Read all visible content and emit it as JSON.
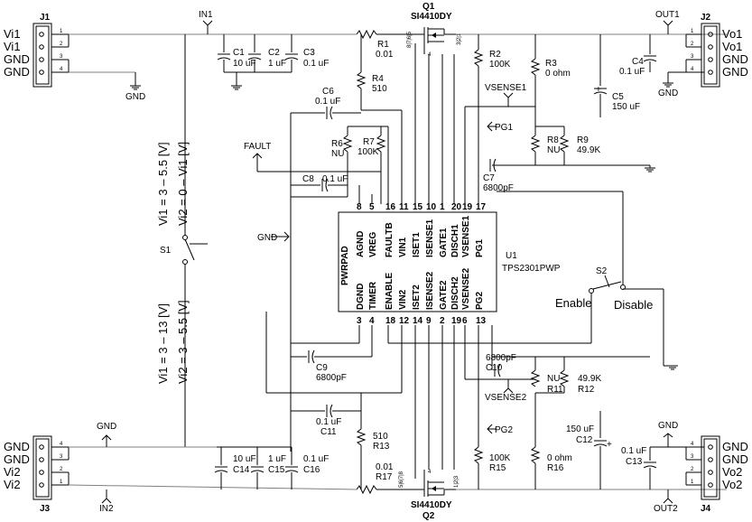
{
  "connectors": {
    "j1": {
      "ref": "J1",
      "pins": [
        "Vi1",
        "Vi1",
        "GND",
        "GND"
      ],
      "nums": [
        "1",
        "2",
        "3",
        "4"
      ]
    },
    "j2": {
      "ref": "J2",
      "pins": [
        "Vo1",
        "Vo1",
        "GND",
        "GND"
      ],
      "nums": [
        "1",
        "2",
        "3",
        "4"
      ]
    },
    "j3": {
      "ref": "J3",
      "pins": [
        "GND",
        "GND",
        "Vi2",
        "Vi2"
      ],
      "nums": [
        "4",
        "3",
        "2",
        "1"
      ]
    },
    "j4": {
      "ref": "J4",
      "pins": [
        "GND",
        "GND",
        "Vo2",
        "Vo2"
      ],
      "nums": [
        "4",
        "3",
        "2",
        "1"
      ]
    }
  },
  "nets": {
    "in1": "IN1",
    "in2": "IN2",
    "out1": "OUT1",
    "out2": "OUT2",
    "gnd": "GND",
    "fault": "FAULT",
    "vsense1": "VSENSE1",
    "vsense2": "VSENSE2",
    "pg1": "PG1",
    "pg2": "PG2"
  },
  "mosfets": {
    "q1": {
      "ref": "Q1",
      "part": "SI4410DY",
      "pins_left": "8|7|6|5",
      "pins_right": "3|2|1",
      "gate": "4"
    },
    "q2": {
      "ref": "Q2",
      "part": "SI4410DY",
      "pins_left": "5|6|7|8",
      "pins_right": "1|2|3",
      "gate": "4"
    }
  },
  "resistors": {
    "r1": {
      "ref": "R1",
      "val": "0.01"
    },
    "r2": {
      "ref": "R2",
      "val": "100K"
    },
    "r3": {
      "ref": "R3",
      "val": "0 ohm"
    },
    "r4": {
      "ref": "R4",
      "val": "510"
    },
    "r6": {
      "ref": "R6",
      "val": "NU"
    },
    "r7": {
      "ref": "R7",
      "val": "100K"
    },
    "r8": {
      "ref": "R8",
      "val": "NU"
    },
    "r9": {
      "ref": "R9",
      "val": "49.9K"
    },
    "r11": {
      "ref": "R11",
      "val": "NU"
    },
    "r12": {
      "ref": "R12",
      "val": "49.9K"
    },
    "r13": {
      "ref": "R13",
      "val": "510"
    },
    "r15": {
      "ref": "R15",
      "val": "100K"
    },
    "r16": {
      "ref": "R16",
      "val": "0 ohm"
    },
    "r17": {
      "ref": "R17",
      "val": "0.01"
    }
  },
  "capacitors": {
    "c1": {
      "ref": "C1",
      "val": "10 uF"
    },
    "c2": {
      "ref": "C2",
      "val": "1 uF"
    },
    "c3": {
      "ref": "C3",
      "val": "0.1 uF"
    },
    "c4": {
      "ref": "C4",
      "val": "0.1 uF"
    },
    "c5": {
      "ref": "C5",
      "val": "150 uF"
    },
    "c6": {
      "ref": "C6",
      "val": "0.1 uF"
    },
    "c7": {
      "ref": "C7",
      "val": "6800pF"
    },
    "c8": {
      "ref": "C8",
      "val": "0.1 uF"
    },
    "c9": {
      "ref": "C9",
      "val": "6800pF"
    },
    "c10": {
      "ref": "C10",
      "val": "6800pF"
    },
    "c11": {
      "ref": "C11",
      "val": "0.1 uF"
    },
    "c12": {
      "ref": "C12",
      "val": "150 uF"
    },
    "c13": {
      "ref": "C13",
      "val": "0.1 uF"
    },
    "c14": {
      "ref": "C14",
      "val": "10 uF"
    },
    "c15": {
      "ref": "C15",
      "val": "1 uF"
    },
    "c16": {
      "ref": "C16",
      "val": "0.1 uF"
    }
  },
  "ic": {
    "ref": "U1",
    "part": "TPS2301PWP",
    "top_pins": [
      {
        "name": "AGND",
        "num": "8"
      },
      {
        "name": "VREG",
        "num": "5"
      },
      {
        "name": "FAULTB",
        "num": "16"
      },
      {
        "name": "VIN1",
        "num": "11"
      },
      {
        "name": "ISET1",
        "num": "15"
      },
      {
        "name": "ISENSE1",
        "num": "10"
      },
      {
        "name": "GATE1",
        "num": "1"
      },
      {
        "name": "DISCH1",
        "num": "20"
      },
      {
        "name": "VSENSE1",
        "num": "19"
      },
      {
        "name": "PG1",
        "num": "17"
      }
    ],
    "bottom_pins": [
      {
        "name": "DGND",
        "num": "3"
      },
      {
        "name": "TIMER",
        "num": "4"
      },
      {
        "name": "ENABLE",
        "num": "18"
      },
      {
        "name": "VIN2",
        "num": "12"
      },
      {
        "name": "ISET2",
        "num": "14"
      },
      {
        "name": "ISENSE2",
        "num": "9"
      },
      {
        "name": "GATE2",
        "num": "2"
      },
      {
        "name": "DISCH2",
        "num": "19"
      },
      {
        "name": "VSENSE2",
        "num": "6"
      },
      {
        "name": "PG2",
        "num": "13"
      }
    ],
    "left_pin": "PWRPAD"
  },
  "switches": {
    "s1": {
      "ref": "S1"
    },
    "s2": {
      "ref": "S2",
      "enable": "Enable",
      "disable": "Disable"
    }
  },
  "notes": {
    "top_a": "Vi1  =  3  –  5.5  [V]",
    "top_b": "Vi2  =  0  –  Vi1  [V]",
    "bot_a": "Vi1  =  3  –  13  [V]",
    "bot_b": "Vi2  =  3  –  5.5  [V]"
  }
}
